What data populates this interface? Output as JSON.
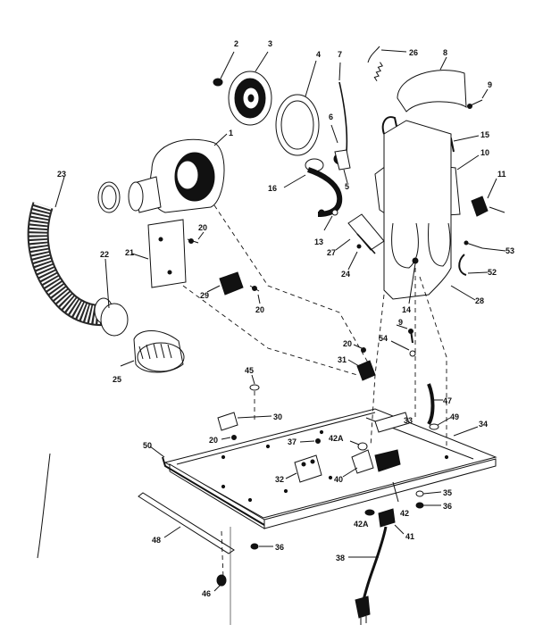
{
  "diagram": {
    "labels": {
      "p2": "2",
      "p3": "3",
      "p26": "26",
      "p8": "8",
      "p4": "4",
      "p7": "7",
      "p9": "9",
      "p6": "6",
      "p1": "1",
      "p15": "15",
      "p10": "10",
      "p5": "5",
      "p11": "11",
      "p23": "23",
      "p16": "16",
      "p22": "22",
      "p20a": "20",
      "p21": "21",
      "p13": "13",
      "p27": "27",
      "p53": "53",
      "p24": "24",
      "p29": "29",
      "p20b": "20",
      "p52": "52",
      "p28": "28",
      "p14": "14",
      "p25": "25",
      "p9b": "9",
      "p54": "54",
      "p20c": "20",
      "p31": "31",
      "p45": "45",
      "p47": "47",
      "p30": "30",
      "p33": "33",
      "p49": "49",
      "p34": "34",
      "p20d": "20",
      "p37": "37",
      "p42a_top": "42A",
      "p50": "50",
      "p32": "32",
      "p40": "40",
      "p42": "42",
      "p35": "35",
      "p36a": "36",
      "p42a_bot": "42A",
      "p41": "41",
      "p48": "48",
      "p36b": "36",
      "p38": "38",
      "p46": "46"
    }
  }
}
